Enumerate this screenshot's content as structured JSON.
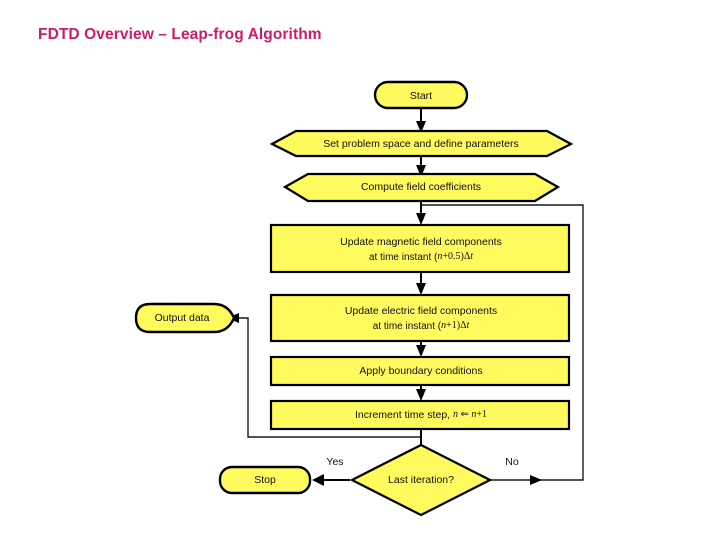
{
  "slide": {
    "title": "FDTD Overview – Leap-frog Algorithm",
    "title_color": "#d01c68",
    "background": "#ffffff"
  },
  "figure": {
    "name": "fdtd-leapfrog-flowchart",
    "node_fill": "#fffa5e",
    "node_stroke": "#000000",
    "nodes": [
      {
        "id": "start",
        "shape": "rounded-rectangle",
        "label": "Start"
      },
      {
        "id": "setup",
        "shape": "hexagon",
        "label": "Set problem space and define parameters"
      },
      {
        "id": "coeffs",
        "shape": "hexagon",
        "label": "Compute field coefficients"
      },
      {
        "id": "magnetic",
        "shape": "rectangle",
        "label_line1": "Update magnetic field components",
        "label_line2_prefix": "at time instant (",
        "label_line2_var": "n",
        "label_line2_mid": "+0.5)",
        "label_line2_delta": "Δ",
        "label_line2_t": "t"
      },
      {
        "id": "electric",
        "shape": "rectangle",
        "label_line1": "Update electric field components",
        "label_line2_prefix": "at time instant (",
        "label_line2_var": "n",
        "label_line2_mid": "+1)",
        "label_line2_delta": "Δ",
        "label_line2_t": "t"
      },
      {
        "id": "boundary",
        "shape": "rectangle",
        "label": "Apply boundary conditions"
      },
      {
        "id": "increment",
        "shape": "rectangle",
        "label_prefix": "Increment time step, ",
        "label_var1": "n",
        "label_arrow": " ⇐ ",
        "label_var2": "n",
        "label_suffix": "+1"
      },
      {
        "id": "decision",
        "shape": "diamond",
        "label": "Last iteration?"
      },
      {
        "id": "stop",
        "shape": "rounded-rectangle",
        "label": "Stop"
      },
      {
        "id": "output",
        "shape": "flag",
        "label": "Output data"
      }
    ],
    "edge_labels": {
      "yes": "Yes",
      "no": "No"
    }
  }
}
